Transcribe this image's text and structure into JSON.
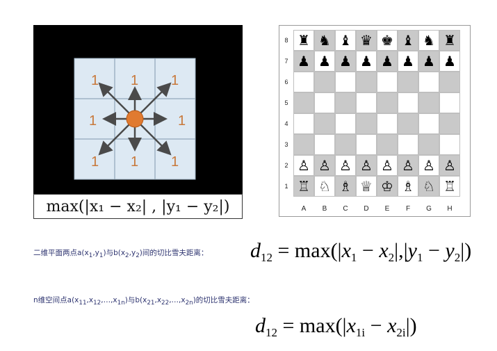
{
  "left_figure": {
    "cell_values": [
      "1",
      "1",
      "1",
      "1",
      "1",
      "1",
      "1",
      "1"
    ],
    "formula": "max(|x₁ − x₂| , |y₁ − y₂|)",
    "colors": {
      "cell": "#dde9f3",
      "grid": "#9fb3c4",
      "number": "#c8783a",
      "center": "#e07a30",
      "arrow": "#4a4a4a"
    }
  },
  "chess": {
    "ranks": [
      "8",
      "7",
      "6",
      "5",
      "4",
      "3",
      "2",
      "1"
    ],
    "files": [
      "A",
      "B",
      "C",
      "D",
      "E",
      "F",
      "G",
      "H"
    ],
    "rank8": [
      "♜",
      "♞",
      "♝",
      "♛",
      "♚",
      "♝",
      "♞",
      "♜"
    ],
    "rank7": [
      "♟",
      "♟",
      "♟",
      "♟",
      "♟",
      "♟",
      "♟",
      "♟"
    ],
    "rank2": [
      "♙",
      "♙",
      "♙",
      "♙",
      "♙",
      "♙",
      "♙",
      "♙"
    ],
    "rank1": [
      "♖",
      "♘",
      "♗",
      "♕",
      "♔",
      "♗",
      "♘",
      "♖"
    ]
  },
  "line1": {
    "pre": "二维平面两点a(x",
    "s1": "1",
    "comma1": ",y",
    "s2": "1",
    "mid": ")与b(x",
    "s3": "2",
    "comma2": ",y",
    "s4": "2",
    "post": ")间的切比雪夫距离："
  },
  "eq1": {
    "d": "d",
    "dsub": "12",
    "eq": " = max(|",
    "x": "x",
    "s1": "1",
    "minus": " − ",
    "x2": "x",
    "s2": "2",
    "mid": "|,|",
    "y": "y",
    "s3": "1",
    "minus2": " − ",
    "y2": "y",
    "s4": "2",
    "end": "|)"
  },
  "line2": {
    "pre": "n维空间点a(x",
    "s1": "11",
    "c1": ",x",
    "s2": "12",
    "c2": ",…,x",
    "s3": "1n",
    "mid": ")与b(x",
    "s4": "21",
    "c3": ",x",
    "s5": "22",
    "c4": ",…,x",
    "s6": "2n",
    "post": ")的切比雪夫距离："
  },
  "eq2": {
    "d": "d",
    "dsub": "12",
    "eq": " = max(|",
    "x": "x",
    "s1": "1i",
    "minus": " − ",
    "x2": "x",
    "s2": "2i",
    "end": "|)"
  }
}
